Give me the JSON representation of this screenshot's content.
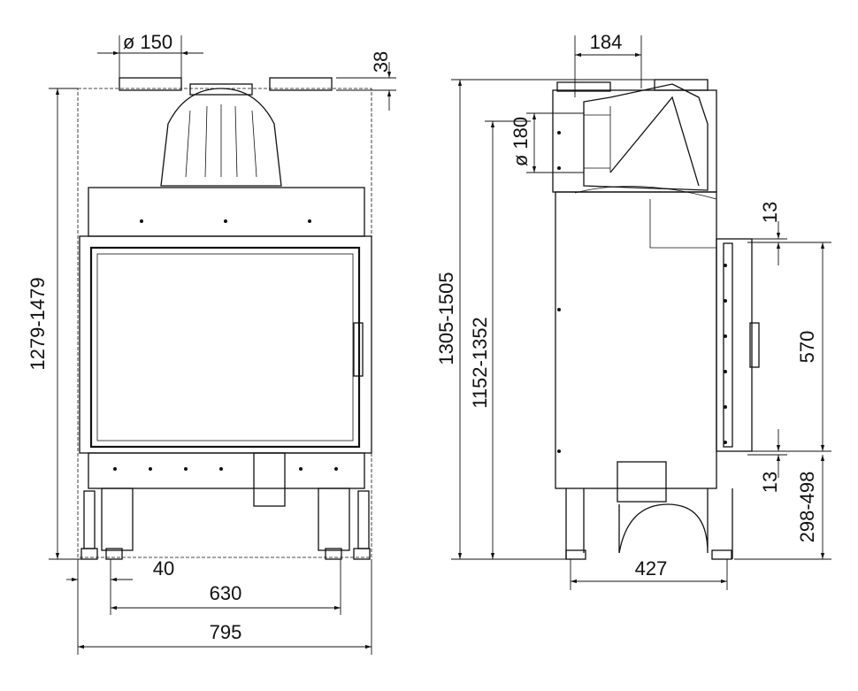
{
  "front_view": {
    "flue_diameter": "ø 150",
    "collar_height": "38",
    "total_height": "1279-1479",
    "leg_offset": "40",
    "inner_width": "630",
    "total_width": "795"
  },
  "side_view": {
    "flue_offset": "184",
    "air_inlet_diameter": "ø 180",
    "total_height": "1305-1505",
    "flue_height": "1152-1352",
    "door_top_gap": "13",
    "door_height": "570",
    "door_bottom_gap": "13",
    "door_base_height": "298-498",
    "depth": "427"
  }
}
